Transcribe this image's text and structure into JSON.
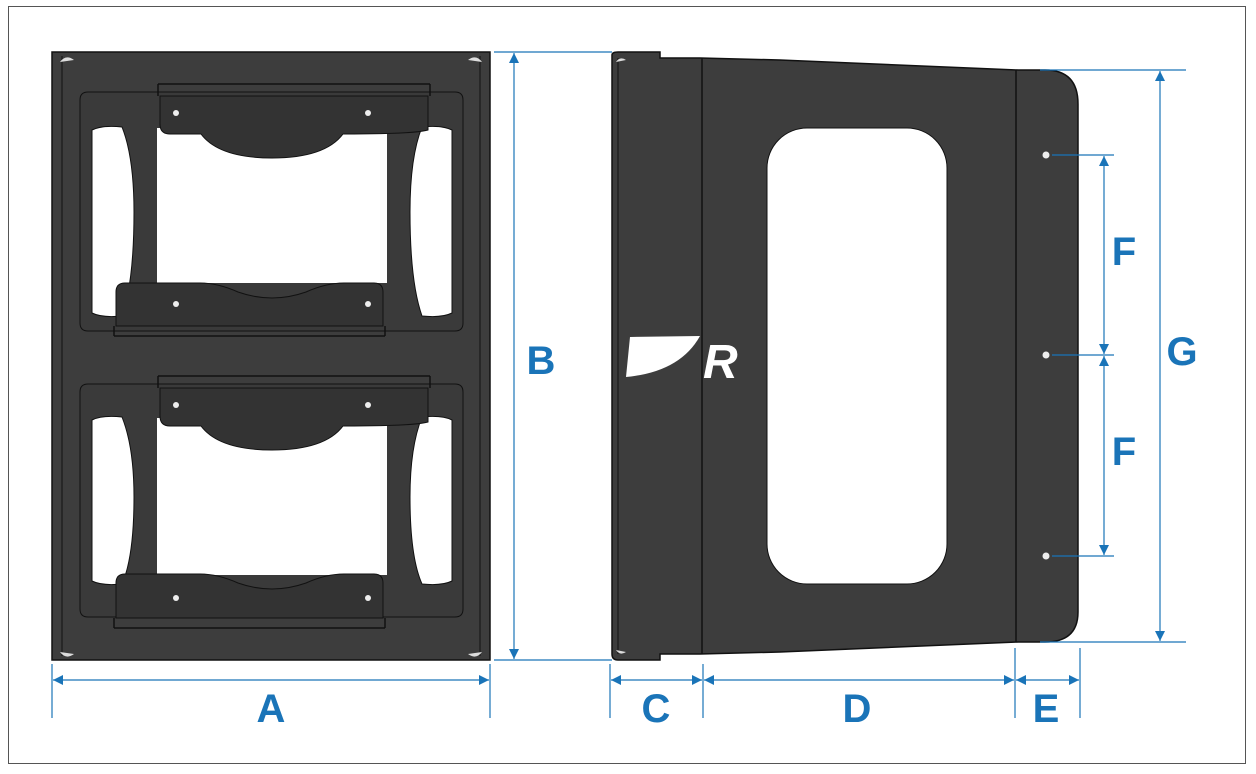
{
  "labels": {
    "A": "A",
    "B": "B",
    "C": "C",
    "D": "D",
    "E": "E",
    "F_upper": "F",
    "F_lower": "F",
    "G": "G"
  },
  "logo_text": "R",
  "colors": {
    "dimension": "#1a74b8",
    "body": "#3d3d3d",
    "edge": "#111111",
    "highlight": "#dcdcdc",
    "frame": "#555555"
  },
  "icons": {
    "brand_logo": "raymarine-r-logo"
  }
}
